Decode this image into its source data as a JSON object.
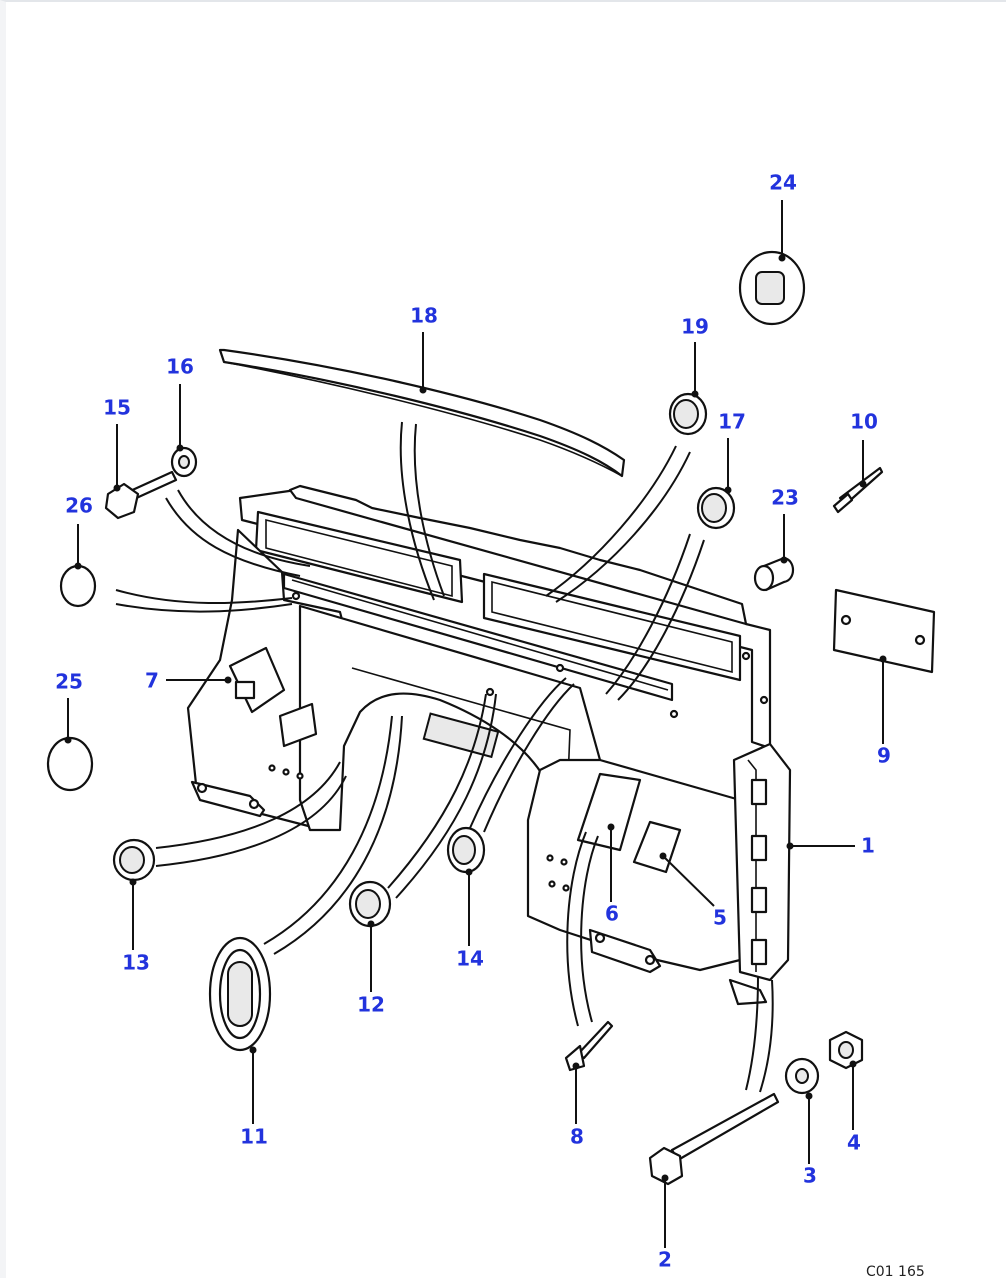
{
  "diagram": {
    "label_color": "#2233dd",
    "callouts": [
      {
        "id": "1",
        "text": "1"
      },
      {
        "id": "2",
        "text": "2"
      },
      {
        "id": "3",
        "text": "3"
      },
      {
        "id": "4",
        "text": "4"
      },
      {
        "id": "5",
        "text": "5"
      },
      {
        "id": "6",
        "text": "6"
      },
      {
        "id": "7",
        "text": "7"
      },
      {
        "id": "8",
        "text": "8"
      },
      {
        "id": "9",
        "text": "9"
      },
      {
        "id": "10",
        "text": "10"
      },
      {
        "id": "11",
        "text": "11"
      },
      {
        "id": "12",
        "text": "12"
      },
      {
        "id": "13",
        "text": "13"
      },
      {
        "id": "14",
        "text": "14"
      },
      {
        "id": "15",
        "text": "15"
      },
      {
        "id": "16",
        "text": "16"
      },
      {
        "id": "17",
        "text": "17"
      },
      {
        "id": "18",
        "text": "18"
      },
      {
        "id": "19",
        "text": "19"
      },
      {
        "id": "23",
        "text": "23"
      },
      {
        "id": "24",
        "text": "24"
      },
      {
        "id": "25",
        "text": "25"
      },
      {
        "id": "26",
        "text": "26"
      }
    ],
    "figure_ref": "C01 165"
  }
}
